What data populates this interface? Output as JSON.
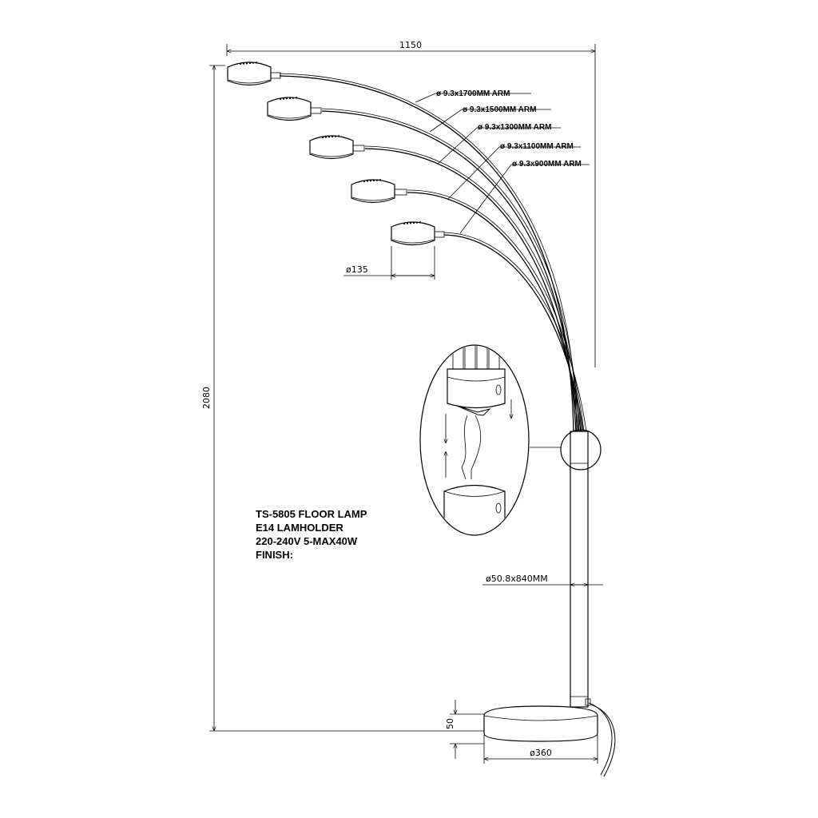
{
  "dimensions": {
    "width": "1150",
    "height": "2080",
    "shade_diameter": "ø135",
    "pole": "ø50.8x840MM",
    "base_height": "50",
    "base_diameter": "ø360"
  },
  "arms": [
    {
      "label": "ø 9.3x1700MM ARM"
    },
    {
      "label": "ø 9.3x1500MM ARM"
    },
    {
      "label": "ø 9.3x1300MM ARM"
    },
    {
      "label": "ø 9.3x1100MM ARM"
    },
    {
      "label": "ø 9.3x900MM ARM"
    }
  ],
  "spec": {
    "model": "TS-5805 FLOOR LAMP",
    "lampholder": "E14 LAMHOLDER",
    "power": "220-240V 5-MAX40W",
    "finish": "FINISH:"
  }
}
